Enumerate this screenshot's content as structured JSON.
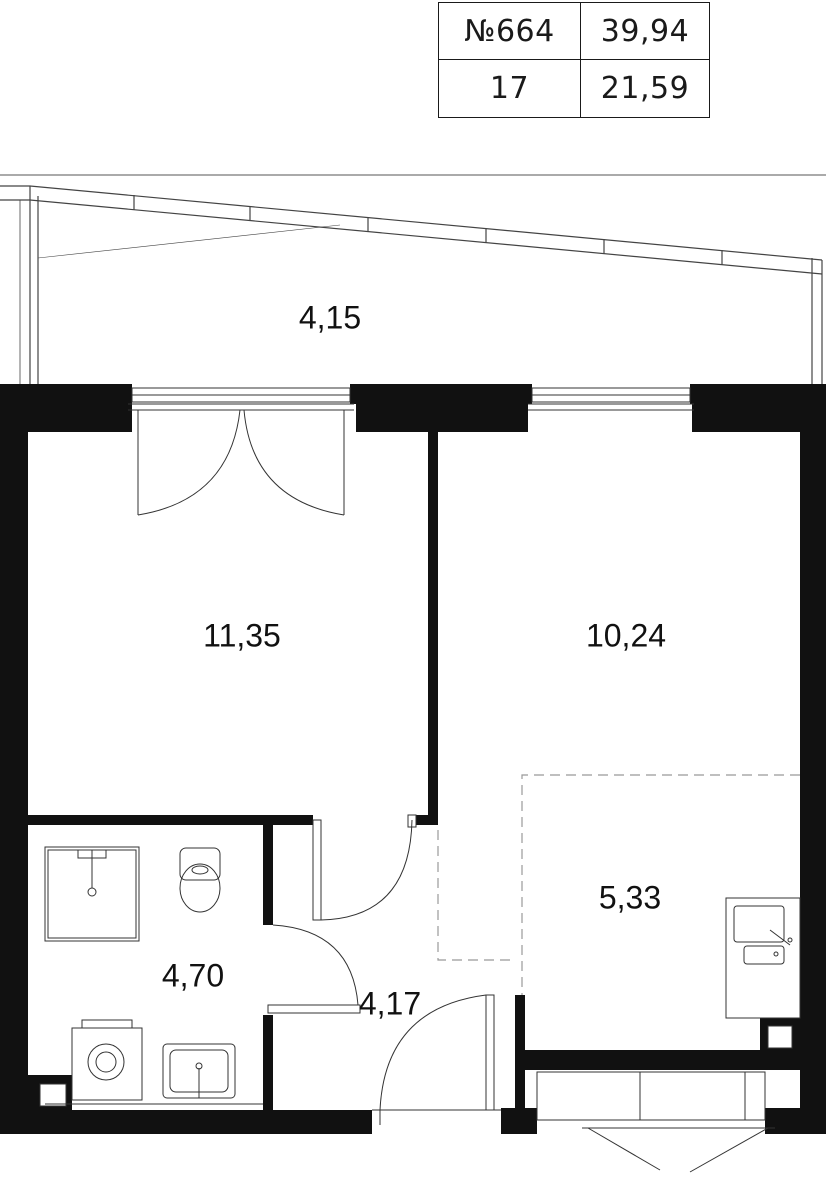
{
  "apartment_info": {
    "number": "№664",
    "total_area": "39,94",
    "floor": "17",
    "living_area": "21,59"
  },
  "rooms": {
    "balcony": "4,15",
    "room_left": "11,35",
    "room_right": "10,24",
    "kitchen": "5,33",
    "bathroom": "4,70",
    "hallway": "4,17"
  },
  "colors": {
    "wall": "#111111",
    "line": "#333333",
    "dashed": "#999999"
  }
}
